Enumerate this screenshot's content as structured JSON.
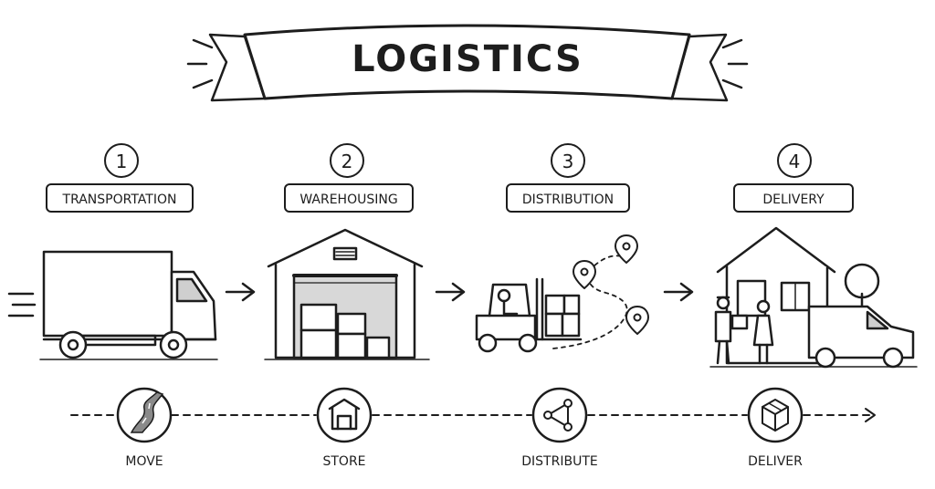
{
  "title": "LOGISTICS",
  "steps": [
    {
      "number": "1",
      "label": "TRANSPORTATION"
    },
    {
      "number": "2",
      "label": "WAREHOUSING"
    },
    {
      "number": "3",
      "label": "DISTRIBUTION"
    },
    {
      "number": "4",
      "label": "DELIVERY"
    }
  ],
  "actions": [
    {
      "label": "MOVE",
      "icon": "road-icon"
    },
    {
      "label": "STORE",
      "icon": "warehouse-icon"
    },
    {
      "label": "DISTRIBUTE",
      "icon": "network-icon"
    },
    {
      "label": "DELIVER",
      "icon": "package-icon"
    }
  ],
  "colors": {
    "ink": "#1d1d1d",
    "shade": "#cfcfcf",
    "background": "#ffffff"
  }
}
